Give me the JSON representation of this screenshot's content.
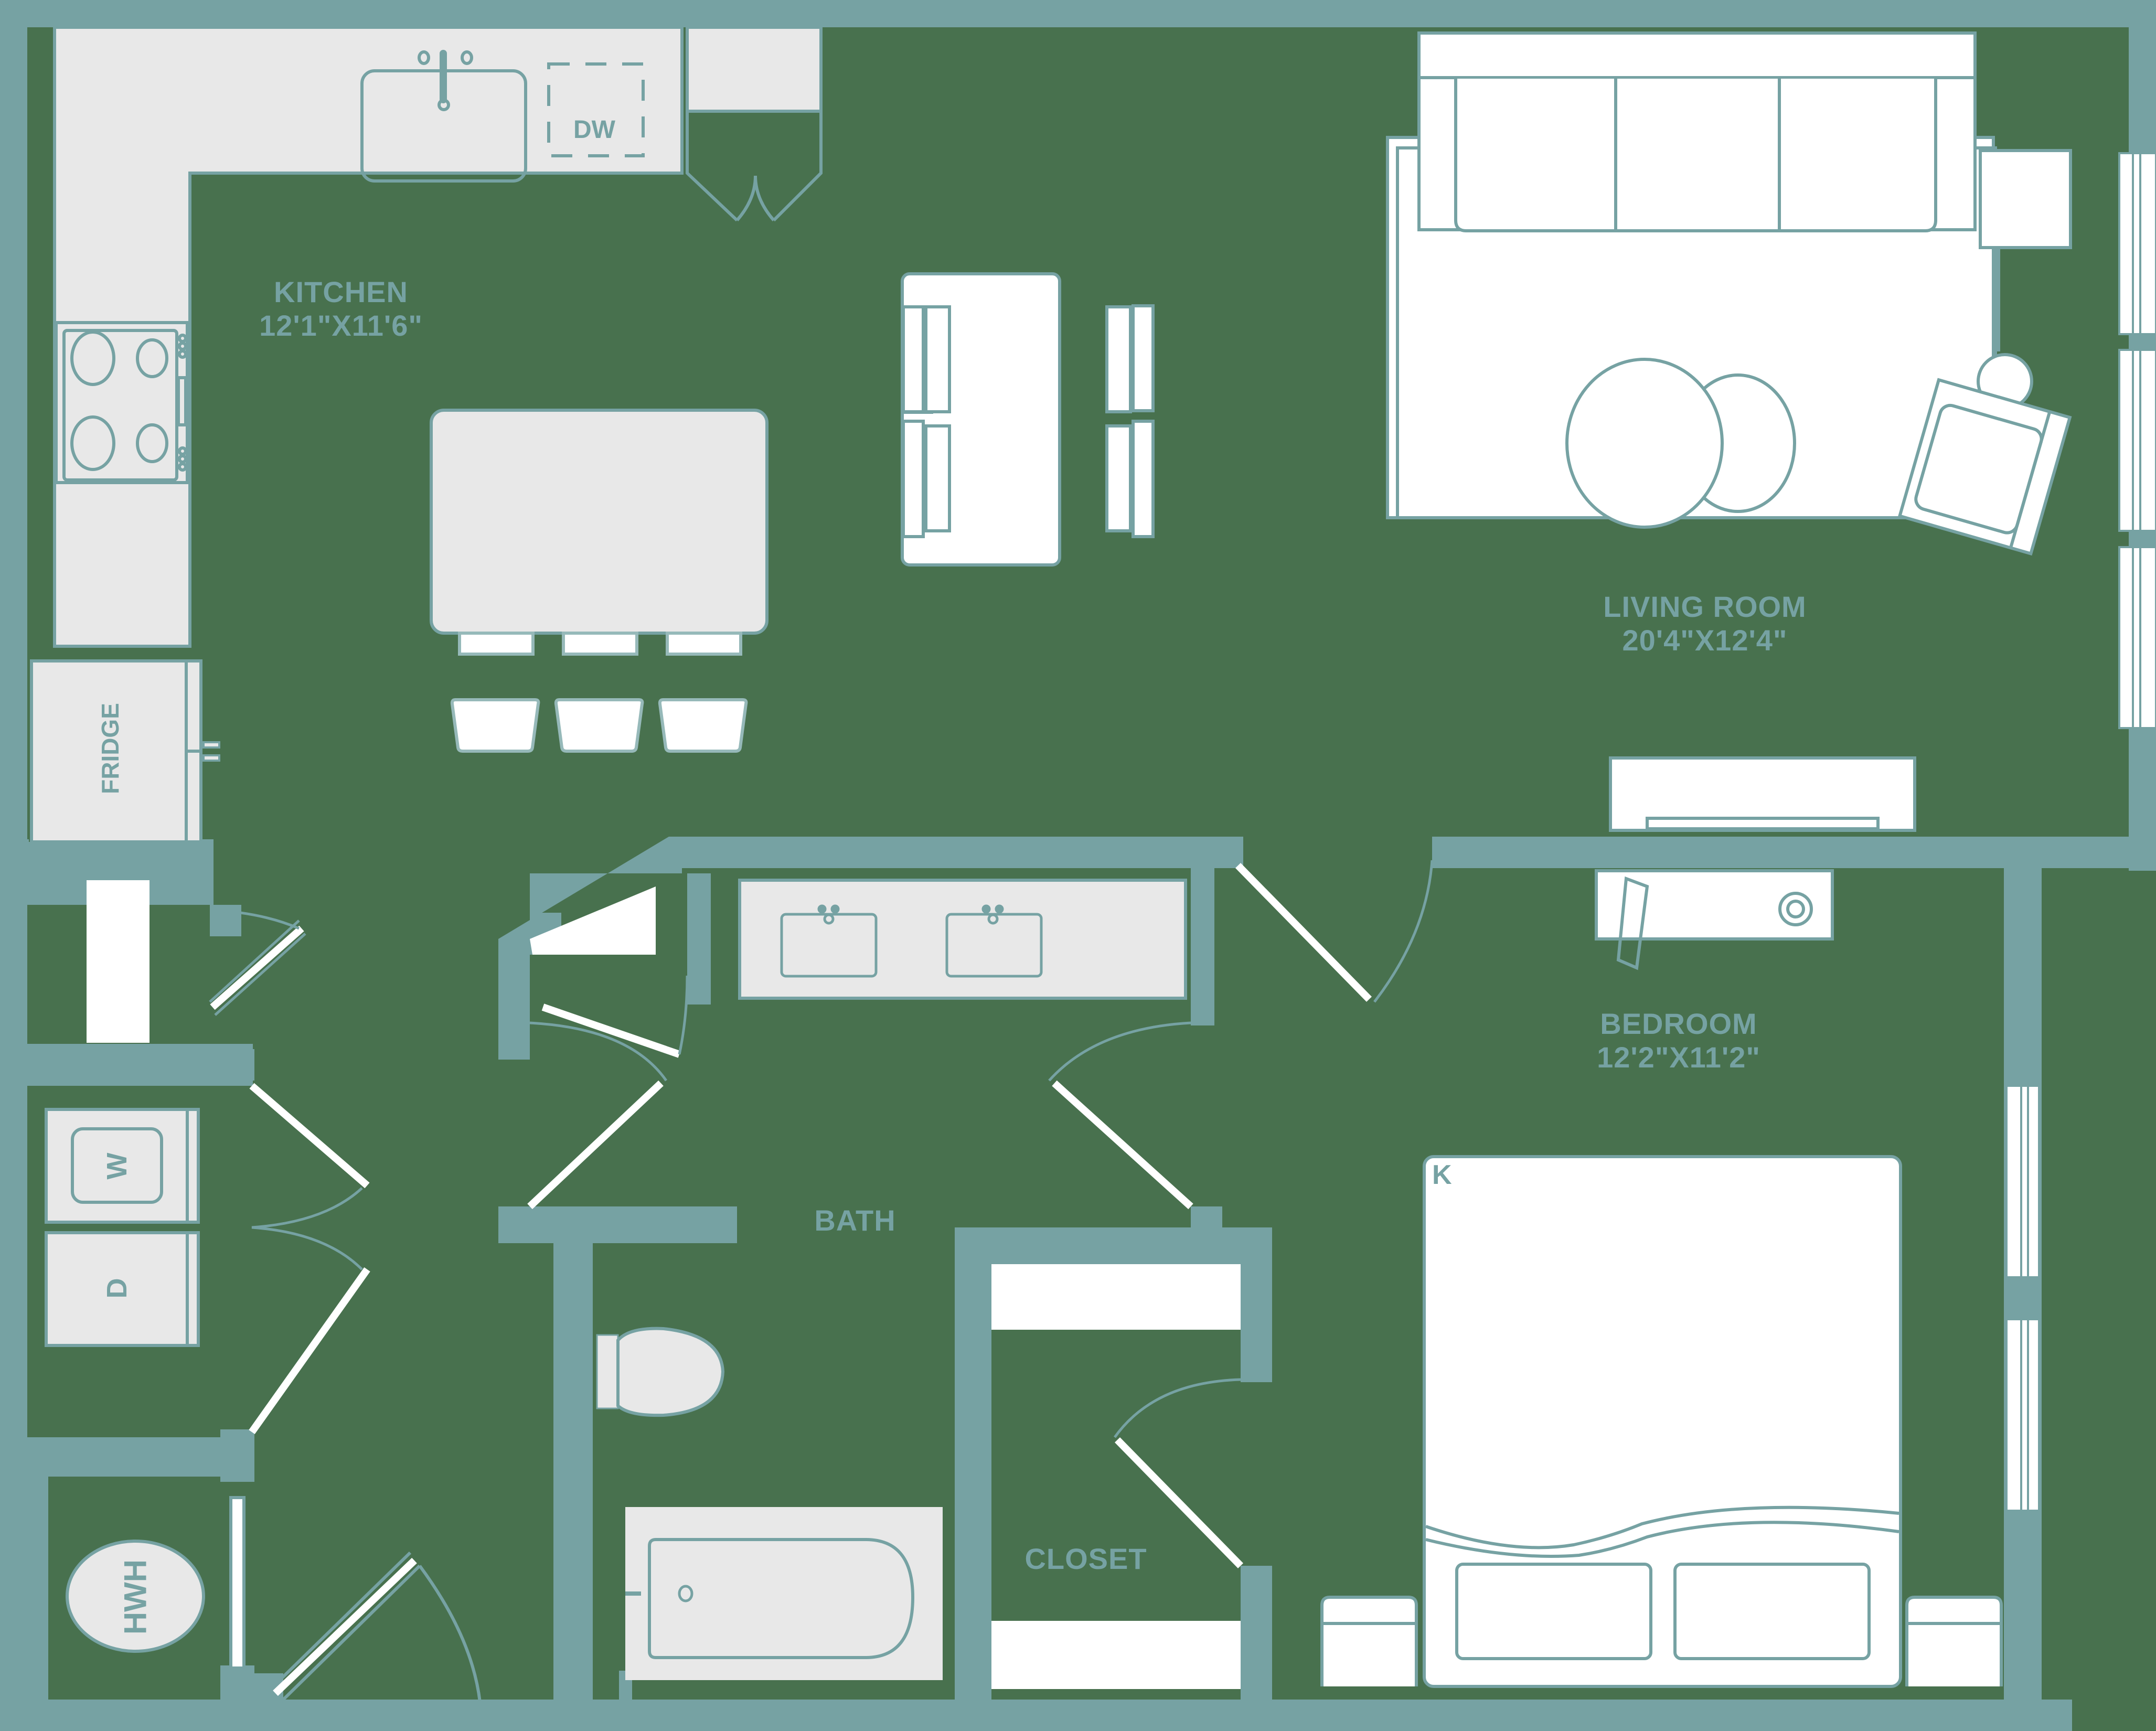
{
  "plan": {
    "colors": {
      "floor": "#48714e",
      "wall": "#76a2a3",
      "counter": "#e8e8e8",
      "furniture": "#ffffff",
      "label": "#76a2a3"
    },
    "rooms": [
      {
        "id": "kitchen",
        "name": "KITCHEN",
        "dimensions": "12'1\"X11'6\""
      },
      {
        "id": "living",
        "name": "LIVING ROOM",
        "dimensions": "20'4\"X12'4\""
      },
      {
        "id": "bedroom",
        "name": "BEDROOM",
        "dimensions": "12'2\"X11'2\""
      },
      {
        "id": "bath",
        "name": "BATH"
      },
      {
        "id": "closet",
        "name": "CLOSET"
      }
    ],
    "fixtures": {
      "dishwasher": "DW",
      "fridge": "FRIDGE",
      "washer": "W",
      "dryer": "D",
      "water_heater": "HWH",
      "bed_size": "K"
    }
  }
}
